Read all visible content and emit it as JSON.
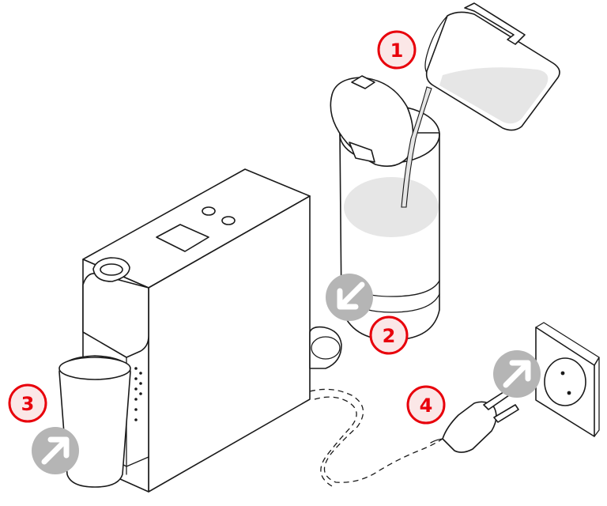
{
  "steps": [
    {
      "number": "1"
    },
    {
      "number": "2"
    },
    {
      "number": "3"
    },
    {
      "number": "4"
    }
  ],
  "colors": {
    "step_badge": "#e8000b",
    "badge_fill": "#fbe7e7",
    "arrow_badge": "#b5b5b5",
    "water": "#e6e6e6",
    "outline": "#1a1a1a"
  },
  "icons": [
    "arrow-down-left-icon",
    "arrow-up-right-icon"
  ]
}
